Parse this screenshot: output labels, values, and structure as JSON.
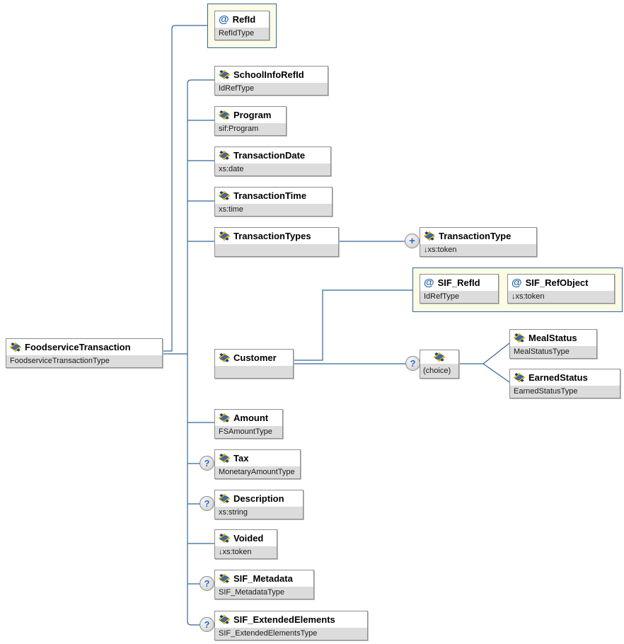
{
  "diagram": {
    "kind": "xml-schema-content-model",
    "root_element": "FoodserviceTransaction"
  },
  "boxes": {
    "foodservice_transaction": {
      "label": "FoodserviceTransaction",
      "type": "FoodserviceTransactionType"
    },
    "refid": {
      "label": "RefId",
      "type": "RefIdType"
    },
    "school_info_refid": {
      "label": "SchoolInfoRefId",
      "type": "IdRefType"
    },
    "program": {
      "label": "Program",
      "type": "sif:Program"
    },
    "transaction_date": {
      "label": "TransactionDate",
      "type": "xs:date"
    },
    "transaction_time": {
      "label": "TransactionTime",
      "type": "xs:time"
    },
    "transaction_types": {
      "label": "TransactionTypes",
      "type": ""
    },
    "transaction_type": {
      "label": "TransactionType",
      "type": "↓xs:token"
    },
    "sif_refid": {
      "label": "SIF_RefId",
      "type": "IdRefType"
    },
    "sif_refobject": {
      "label": "SIF_RefObject",
      "type": "↓xs:token"
    },
    "customer": {
      "label": "Customer",
      "type": ""
    },
    "choice": {
      "label": "(choice)"
    },
    "meal_status": {
      "label": "MealStatus",
      "type": "MealStatusType"
    },
    "earned_status": {
      "label": "EarnedStatus",
      "type": "EarnedStatusType"
    },
    "amount": {
      "label": "Amount",
      "type": "FSAmountType"
    },
    "tax": {
      "label": "Tax",
      "type": "MonetaryAmountType"
    },
    "description": {
      "label": "Description",
      "type": "xs:string"
    },
    "voided": {
      "label": "Voided",
      "type": "↓xs:token"
    },
    "sif_metadata": {
      "label": "SIF_Metadata",
      "type": "SIF_MetadataType"
    },
    "sif_extended_elements": {
      "label": "SIF_ExtendedElements",
      "type": "SIF_ExtendedElementsType"
    }
  },
  "badges": {
    "attribute": "@",
    "optional": "?",
    "repeat_unbounded": "+"
  },
  "colors": {
    "connector": "#336699",
    "container_fill": "#FBFBE6",
    "container_border": "#336699",
    "band_fill": "#DCDCDC",
    "box_border": "#8E8E8E",
    "accent_blue": "#1F5FA9",
    "background": "#FFFFFF"
  }
}
